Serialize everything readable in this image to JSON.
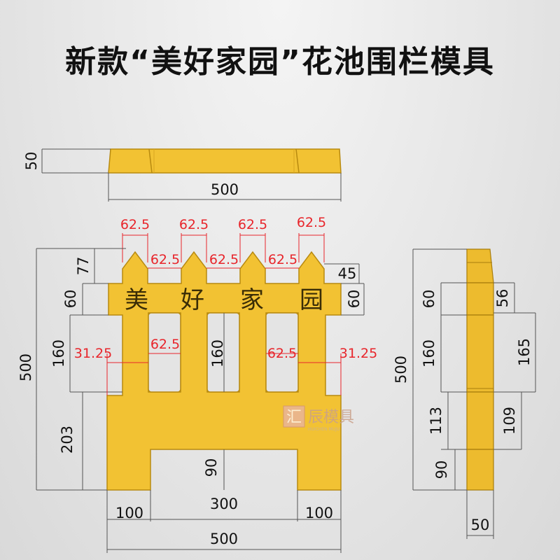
{
  "title": "新款“美好家园”花池围栏模具",
  "embossed": [
    "美",
    "好",
    "家",
    "园"
  ],
  "watermark": {
    "logo": "汇",
    "text": "辰模具",
    "small": "HUICHEN MUJU"
  },
  "colors": {
    "fence": "#f2c233",
    "fence_edge": "#b88a10",
    "dim_red": "#e8252b",
    "dim_black": "#111111"
  },
  "top_view": {
    "width": "500",
    "thickness": "50"
  },
  "front_view": {
    "picket_widths": [
      "62.5",
      "62.5",
      "62.5",
      "62.5"
    ],
    "picket_gaps": [
      "62.5",
      "62.5",
      "62.5"
    ],
    "height_total": "500",
    "spike": "77",
    "rail_left": "60",
    "rail_right": "60",
    "top_step": "45",
    "window_h": "160",
    "window_h_center": "160",
    "margin_left": "31.25",
    "margin_right": "31.25",
    "window_w_left": "62.5",
    "window_w_right": "62.5",
    "lower_left": "203",
    "cutout_h": "90",
    "leg_left": "100",
    "cutout_w": "300",
    "leg_right": "100",
    "bottom_width": "500"
  },
  "side_view": {
    "height": "500",
    "d60": "60",
    "d160": "160",
    "d113": "113",
    "d90": "90",
    "d56": "56",
    "d165": "165",
    "d109": "109",
    "thickness": "50"
  }
}
